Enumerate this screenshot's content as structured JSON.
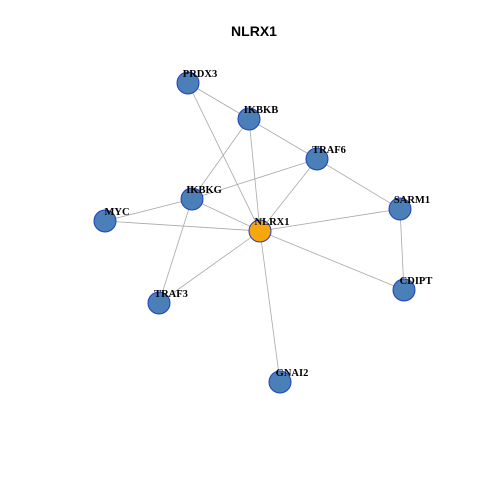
{
  "title": "NLRX1",
  "colors": {
    "center_node": "#f7a70e",
    "node": "#4a7fb8",
    "node_border": "#1f3fbf",
    "edge": "#a8a8a8"
  },
  "nodes": [
    {
      "id": "PRDX3",
      "label": "PRDX3",
      "center": false
    },
    {
      "id": "IKBKB",
      "label": "IKBKB",
      "center": false
    },
    {
      "id": "TRAF6",
      "label": "TRAF6",
      "center": false
    },
    {
      "id": "IKBKG",
      "label": "IKBKG",
      "center": false
    },
    {
      "id": "MYC",
      "label": "MYC",
      "center": false
    },
    {
      "id": "NLRX1",
      "label": "NLRX1",
      "center": true
    },
    {
      "id": "SARM1",
      "label": "SARM1",
      "center": false
    },
    {
      "id": "CDIPT",
      "label": "CDIPT",
      "center": false
    },
    {
      "id": "TRAF3",
      "label": "TRAF3",
      "center": false
    },
    {
      "id": "GNAI2",
      "label": "GNAI2",
      "center": false
    }
  ],
  "edges": [
    [
      "PRDX3",
      "IKBKB"
    ],
    [
      "PRDX3",
      "NLRX1"
    ],
    [
      "IKBKB",
      "TRAF6"
    ],
    [
      "IKBKB",
      "IKBKG"
    ],
    [
      "IKBKB",
      "NLRX1"
    ],
    [
      "TRAF6",
      "IKBKG"
    ],
    [
      "TRAF6",
      "NLRX1"
    ],
    [
      "TRAF6",
      "SARM1"
    ],
    [
      "IKBKG",
      "MYC"
    ],
    [
      "IKBKG",
      "NLRX1"
    ],
    [
      "IKBKG",
      "TRAF3"
    ],
    [
      "MYC",
      "NLRX1"
    ],
    [
      "NLRX1",
      "SARM1"
    ],
    [
      "NLRX1",
      "CDIPT"
    ],
    [
      "NLRX1",
      "TRAF3"
    ],
    [
      "NLRX1",
      "GNAI2"
    ],
    [
      "SARM1",
      "CDIPT"
    ]
  ]
}
